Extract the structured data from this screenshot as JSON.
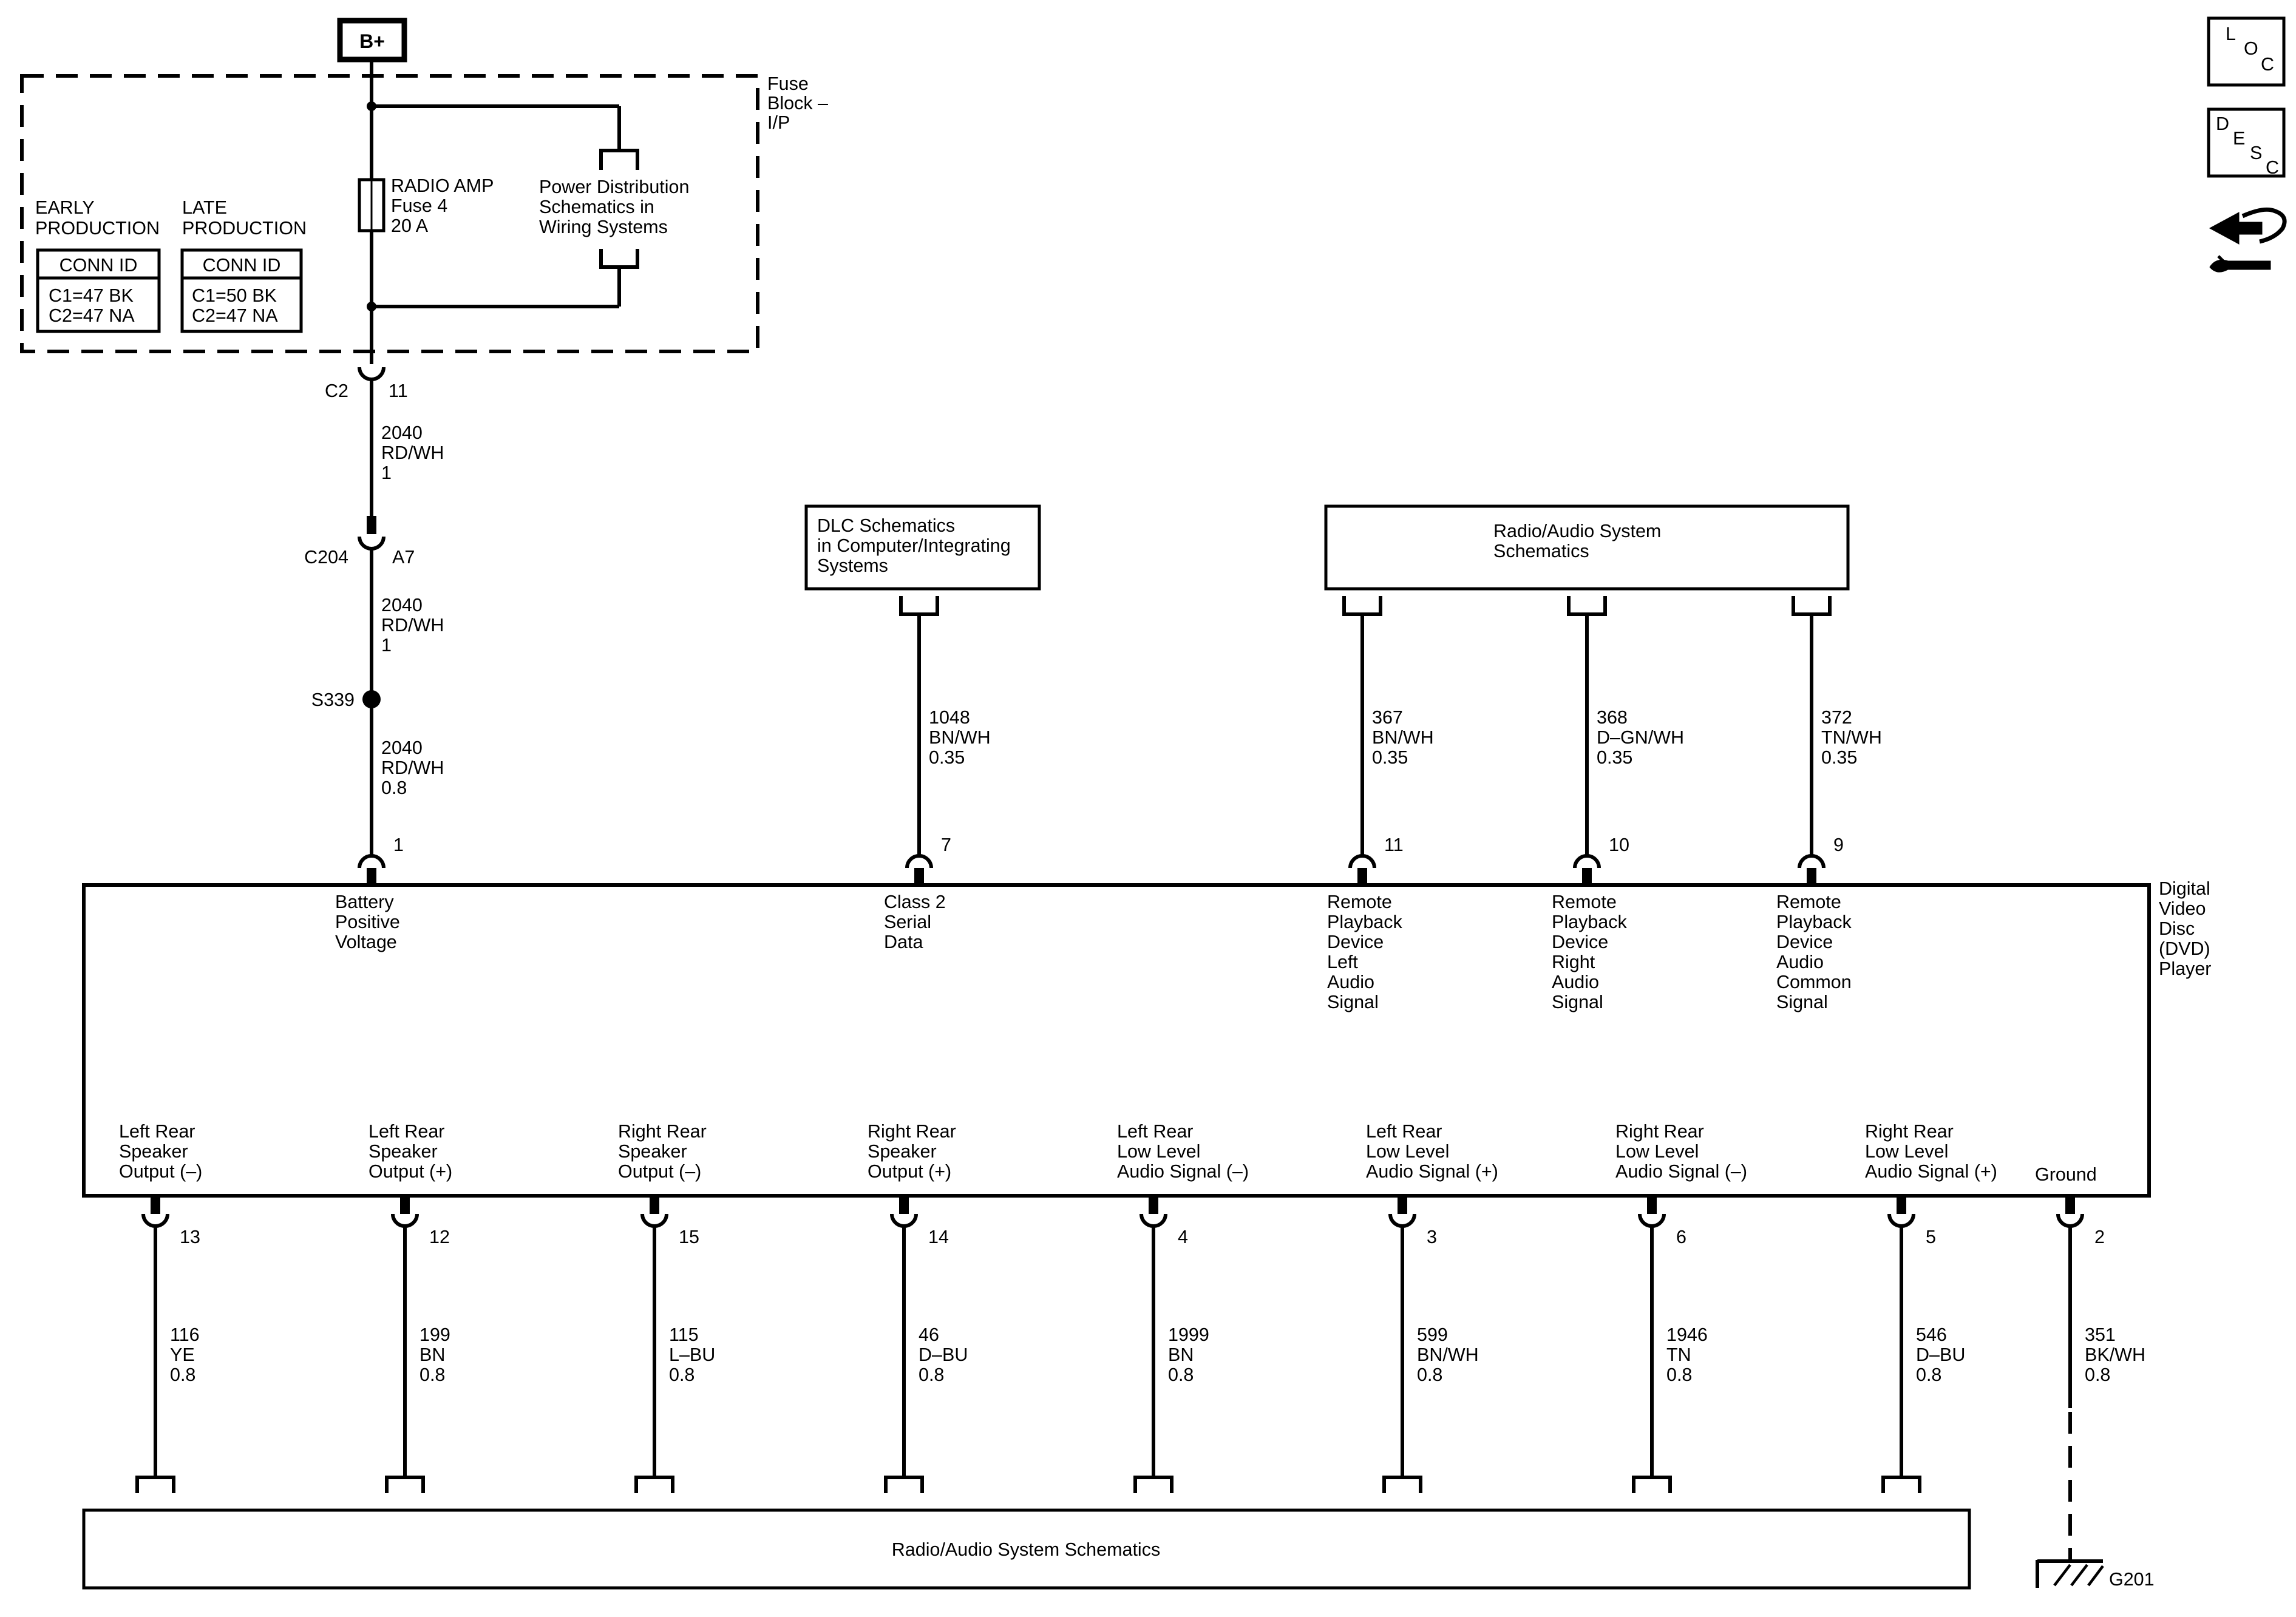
{
  "power": {
    "source": "B+",
    "fuse_block_label": [
      "Fuse",
      "Block –",
      "I/P"
    ],
    "fuse_label": [
      "RADIO AMP",
      "Fuse 4",
      "20 A"
    ],
    "power_dist_ref": [
      "Power Distribution",
      "Schematics in",
      "Wiring Systems"
    ],
    "early_production": {
      "title": [
        "EARLY",
        "PRODUCTION"
      ],
      "header": "CONN ID",
      "rows": [
        "C1=47 BK",
        "C2=47 NA"
      ]
    },
    "late_production": {
      "title": [
        "LATE",
        "PRODUCTION"
      ],
      "header": "CONN ID",
      "rows": [
        "C1=50 BK",
        "C2=47 NA"
      ]
    }
  },
  "feed": {
    "connectors": [
      {
        "name": "C2",
        "pin": "11"
      },
      {
        "name": "C204",
        "pin": "A7"
      }
    ],
    "splice": "S339",
    "segments": [
      [
        "2040",
        "RD/WH",
        "1"
      ],
      [
        "2040",
        "RD/WH",
        "1"
      ],
      [
        "2040",
        "RD/WH",
        "0.8"
      ]
    ]
  },
  "references": {
    "dlc": [
      "DLC Schematics",
      "in Computer/Integrating",
      "Systems"
    ],
    "radio_top": [
      "Radio/Audio System",
      "Schematics"
    ],
    "radio_bottom": "Radio/Audio System Schematics"
  },
  "component": {
    "name": [
      "Digital",
      "Video",
      "Disc",
      "(DVD)",
      "Player"
    ]
  },
  "top_pins": [
    {
      "pin": "1",
      "label": [
        "Battery",
        "Positive",
        "Voltage"
      ],
      "wire": [
        "2040",
        "RD/WH",
        "0.8"
      ]
    },
    {
      "pin": "7",
      "label": [
        "Class 2",
        "Serial",
        "Data"
      ],
      "wire": [
        "1048",
        "BN/WH",
        "0.35"
      ]
    },
    {
      "pin": "11",
      "label": [
        "Remote",
        "Playback",
        "Device",
        "Left",
        "Audio",
        "Signal"
      ],
      "wire": [
        "367",
        "BN/WH",
        "0.35"
      ]
    },
    {
      "pin": "10",
      "label": [
        "Remote",
        "Playback",
        "Device",
        "Right",
        "Audio",
        "Signal"
      ],
      "wire": [
        "368",
        "D–GN/WH",
        "0.35"
      ]
    },
    {
      "pin": "9",
      "label": [
        "Remote",
        "Playback",
        "Device",
        "Audio",
        "Common",
        "Signal"
      ],
      "wire": [
        "372",
        "TN/WH",
        "0.35"
      ]
    }
  ],
  "bottom_pins": [
    {
      "pin": "13",
      "label": [
        "Left Rear",
        "Speaker",
        "Output (–)"
      ],
      "wire": [
        "116",
        "YE",
        "0.8"
      ]
    },
    {
      "pin": "12",
      "label": [
        "Left Rear",
        "Speaker",
        "Output (+)"
      ],
      "wire": [
        "199",
        "BN",
        "0.8"
      ]
    },
    {
      "pin": "15",
      "label": [
        "Right Rear",
        "Speaker",
        "Output (–)"
      ],
      "wire": [
        "115",
        "L–BU",
        "0.8"
      ]
    },
    {
      "pin": "14",
      "label": [
        "Right Rear",
        "Speaker",
        "Output (+)"
      ],
      "wire": [
        "46",
        "D–BU",
        "0.8"
      ]
    },
    {
      "pin": "4",
      "label": [
        "Left Rear",
        "Low Level",
        "Audio Signal (–)"
      ],
      "wire": [
        "1999",
        "BN",
        "0.8"
      ]
    },
    {
      "pin": "3",
      "label": [
        "Left Rear",
        "Low Level",
        "Audio Signal (+)"
      ],
      "wire": [
        "599",
        "BN/WH",
        "0.8"
      ]
    },
    {
      "pin": "6",
      "label": [
        "Right Rear",
        "Low Level",
        "Audio Signal (–)"
      ],
      "wire": [
        "1946",
        "TN",
        "0.8"
      ]
    },
    {
      "pin": "5",
      "label": [
        "Right Rear",
        "Low Level",
        "Audio Signal (+)"
      ],
      "wire": [
        "546",
        "D–BU",
        "0.8"
      ]
    },
    {
      "pin": "2",
      "label": [
        "Ground"
      ],
      "wire": [
        "351",
        "BK/WH",
        "0.8"
      ]
    }
  ],
  "ground": "G201",
  "nav_icons": {
    "loc": [
      "L",
      "O",
      "C"
    ],
    "desc": [
      "D",
      "E",
      "S",
      "C"
    ],
    "tools": "tools-icon"
  }
}
